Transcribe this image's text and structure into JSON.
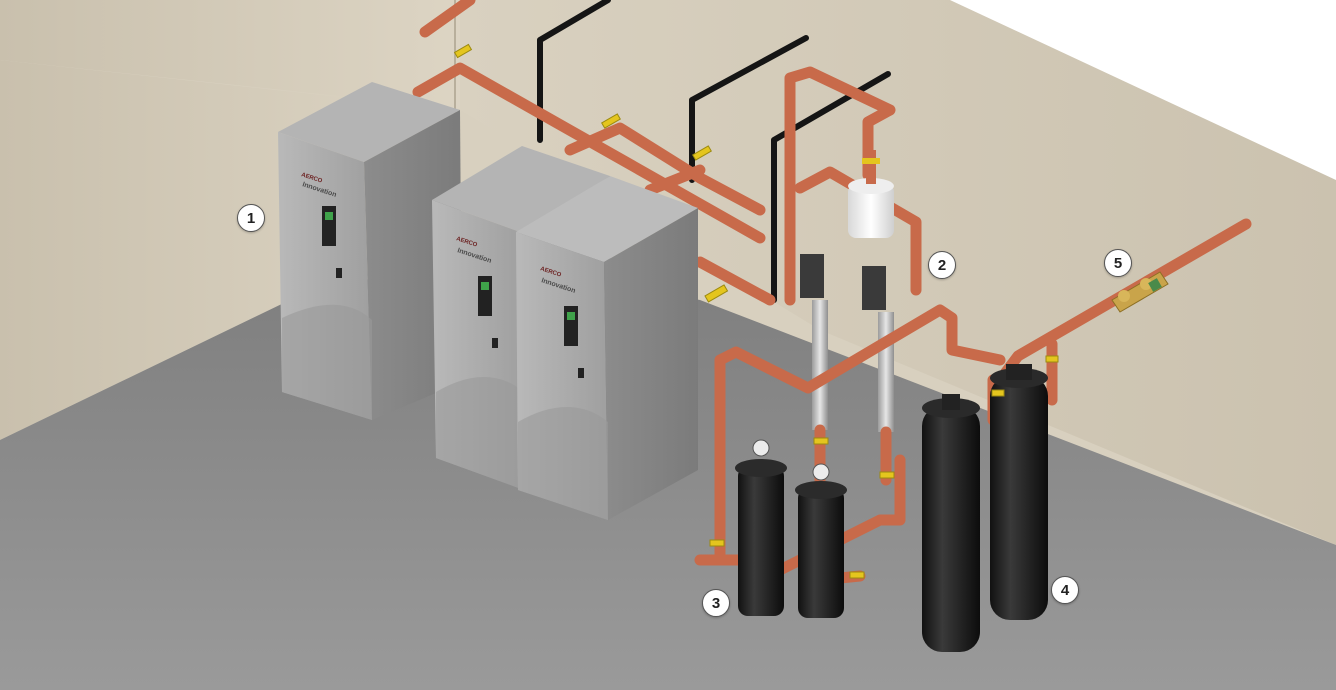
{
  "callouts": [
    {
      "label": "1"
    },
    {
      "label": "2"
    },
    {
      "label": "3"
    },
    {
      "label": "4"
    },
    {
      "label": "5"
    }
  ],
  "unit_brand": "Innovation",
  "unit_logo": "AERCO",
  "colors": {
    "wall": "#cfc6b3",
    "floor": "#8a8a8a",
    "copper_pipe": "#c86a4a",
    "black_pipe": "#1a1a1a",
    "cabinet": "#a7a7a7",
    "valve_handle": "#e4c51e",
    "brass": "#c9a44a"
  },
  "icons": [
    "water-heater-icon",
    "expansion-tank-icon",
    "filter-housing-icon",
    "softener-tank-icon",
    "backflow-preventer-icon"
  ]
}
